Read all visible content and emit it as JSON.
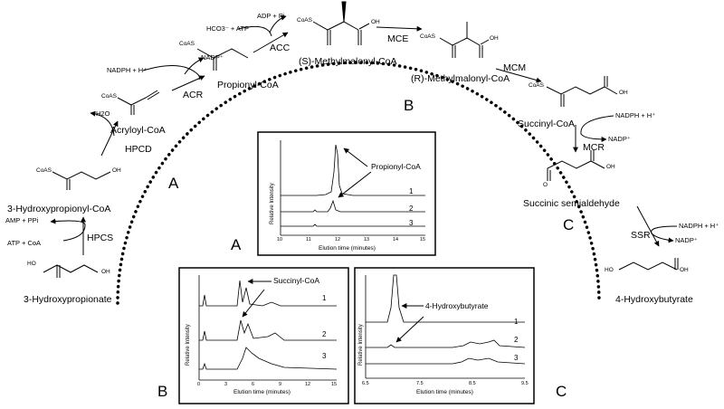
{
  "compounds": {
    "hp": "3-Hydroxypropionate",
    "hpcoa": "3-Hydroxypropionyl-CoA",
    "acryloyl": "Acryloyl-CoA",
    "propionyl": "Propionyl-CoA",
    "smm": "(S)-Methylmalonyl-CoA",
    "rmm": "(R)-Methylmalonyl-CoA",
    "succ": "Succinyl-CoA",
    "ssa": "Succinic semialdehyde",
    "hb": "4-Hydroxybutyrate"
  },
  "enzymes": {
    "hpcs": "HPCS",
    "hpcd": "HPCD",
    "acr": "ACR",
    "acc": "ACC",
    "mce": "MCE",
    "mcm": "MCM",
    "mcr": "MCR",
    "ssr": "SSR"
  },
  "cofactors": {
    "amp": "AMP + PPi",
    "atp_coa": "ATP + CoA",
    "h2o": "H2O",
    "nadph1": "NADPH + H⁺",
    "nadp1": "NADP⁺",
    "hco3": "HCO3⁻ + ATP",
    "adp": "ADP + Pi",
    "nadph2": "NADPH + H⁺",
    "nadp2": "NADP⁺",
    "nadph3": "NADPH + H⁺",
    "nadp3": "NADP⁺"
  },
  "groups": {
    "coas": "CoAS",
    "oh": "OH",
    "o": "O",
    "ho": "HO"
  },
  "section_labels": {
    "a": "A",
    "b": "B",
    "c": "C"
  },
  "panels": {
    "a": {
      "letter": "A",
      "peak_label": "Propionyl-CoA",
      "ylabel": "Relative Intensity",
      "xlabel": "Elution time (minutes)",
      "ticks": [
        "10",
        "11",
        "12",
        "13",
        "14",
        "15"
      ],
      "traces": [
        "1",
        "2",
        "3"
      ]
    },
    "b": {
      "letter": "B",
      "peak_label": "Succinyl-CoA",
      "ylabel": "Relative Intensity",
      "xlabel": "Elution time (minutes)",
      "ticks": [
        "0",
        "3",
        "6",
        "9",
        "12",
        "15"
      ],
      "traces": [
        "1",
        "2",
        "3"
      ]
    },
    "c": {
      "letter": "C",
      "peak_label": "4-Hydroxybutyrate",
      "ylabel": "Relative Intensity",
      "xlabel": "Elution time (minutes)",
      "ticks": [
        "6.5",
        "7.5",
        "8.5",
        "9.5"
      ],
      "traces": [
        "1",
        "2",
        "3"
      ]
    }
  }
}
